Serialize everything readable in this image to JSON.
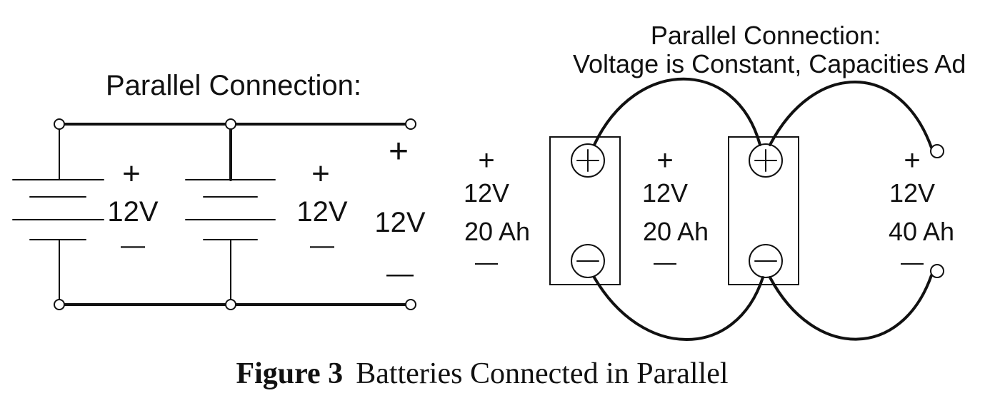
{
  "left_diagram": {
    "title": "Parallel Connection:",
    "battery1": {
      "plus": "+",
      "voltage": "12V",
      "minus": "—"
    },
    "battery2": {
      "plus": "+",
      "voltage": "12V",
      "minus": "—"
    },
    "output": {
      "plus": "+",
      "voltage": "12V",
      "minus": "—"
    }
  },
  "right_diagram": {
    "title_line1": "Parallel Connection:",
    "title_line2": "Voltage is Constant, Capacities Ad",
    "battery1": {
      "plus": "+",
      "voltage": "12V",
      "capacity": "20 Ah",
      "minus": "—"
    },
    "battery2": {
      "plus": "+",
      "voltage": "12V",
      "capacity": "20 Ah",
      "minus": "—"
    },
    "output": {
      "plus": "+",
      "voltage": "12V",
      "capacity": "40 Ah",
      "minus": "—"
    }
  },
  "caption": {
    "number": "Figure 3",
    "text": "Batteries Connected in Parallel"
  },
  "colors": {
    "stroke": "#111111",
    "background": "#ffffff"
  }
}
